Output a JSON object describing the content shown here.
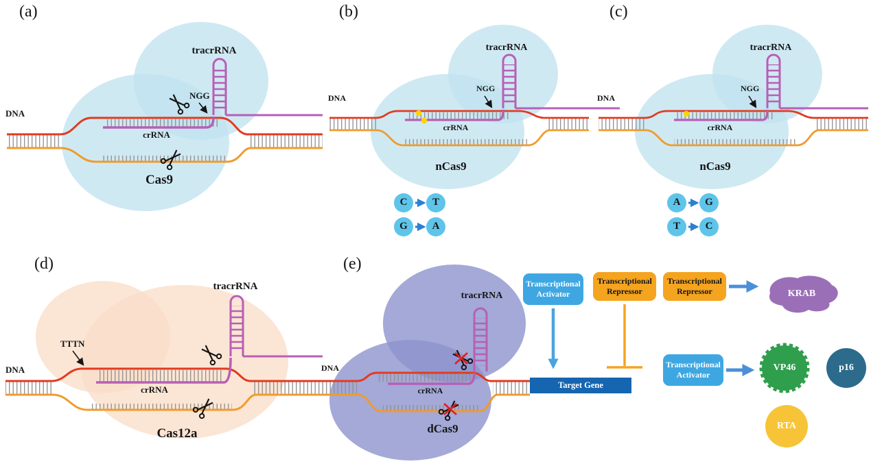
{
  "panels": {
    "a": {
      "label": "(a)",
      "tracrrna": "tracrRNA",
      "pam": "NGG",
      "dna": "DNA",
      "crrna": "crRNA",
      "protein": "Cas9"
    },
    "b": {
      "label": "(b)",
      "tracrrna": "tracrRNA",
      "pam": "NGG",
      "dna": "DNA",
      "crrna": "crRNA",
      "protein": "nCas9",
      "conversions": [
        {
          "from": "C",
          "to": "T"
        },
        {
          "from": "G",
          "to": "A"
        }
      ]
    },
    "c": {
      "label": "(c)",
      "tracrrna": "tracrRNA",
      "pam": "NGG",
      "dna": "DNA",
      "crrna": "crRNA",
      "protein": "nCas9",
      "conversions": [
        {
          "from": "A",
          "to": "G"
        },
        {
          "from": "T",
          "to": "C"
        }
      ]
    },
    "d": {
      "label": "(d)",
      "tracrrna": "tracrRNA",
      "pam": "TTTN",
      "dna": "DNA",
      "crrna": "crRNA",
      "protein": "Cas12a"
    },
    "e": {
      "label": "(e)",
      "tracrrna": "tracrRNA",
      "dna": "DNA",
      "crrna": "crRNA",
      "protein": "dCas9",
      "target_gene": "Target Gene",
      "activator_label": "Transcriptional Activator",
      "repressor_label": "Transcriptional Repressor",
      "effectors": {
        "krab": "KRAB",
        "vp46": "VP46",
        "p16": "p16",
        "rta": "RTA"
      }
    }
  },
  "colors": {
    "cas9_blob": "#bfe2ef",
    "cas12a_blob": "#fadfc9",
    "dcas9_blob": "#8d94cd",
    "dna_top_strand": "#e23a20",
    "dna_bottom_strand": "#f09b2c",
    "rna": "#b75fb5",
    "ticks": "#8f8f8f",
    "activator_box": "#3ea7e2",
    "repressor_box": "#f5a41f",
    "target_gene_bar": "#1565b0",
    "base_circle": "#5ec4ea",
    "conversion_arrow": "#2f7fd0",
    "effector_arrow": "#4b8fd9",
    "krab": "#9b6fb8",
    "vp46": "#2f9e4d",
    "p16": "#2c6b8c",
    "rta": "#f6c436",
    "edit_dot": "#ffd400",
    "blocked_cut_cross": "#e21f1f"
  }
}
